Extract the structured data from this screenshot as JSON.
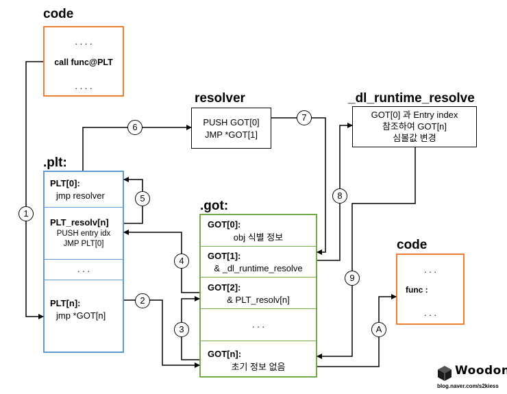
{
  "code_top": {
    "title": "code",
    "dots1": ". . . .",
    "call": "call func@PLT",
    "dots2": ". . . ."
  },
  "resolver": {
    "title": "resolver",
    "line1": "PUSH GOT[0]",
    "line2": "JMP *GOT[1]"
  },
  "dl_runtime_resolve": {
    "title": "_dl_runtime_resolve",
    "line1": "GOT[0] 과 Entry index",
    "line2": "참조하여 GOT[n]",
    "line3": "심볼값 변경"
  },
  "plt": {
    "title": ".plt:",
    "plt0_name": "PLT[0]:",
    "plt0_code": "jmp resolver",
    "resolv_name": "PLT_resolv[n]",
    "resolv_code1": "PUSH entry idx",
    "resolv_code2": "JMP PLT[0]",
    "dots": ". . .",
    "pltn_name": "PLT[n]:",
    "pltn_code": "jmp *GOT[n]"
  },
  "got": {
    "title": ".got:",
    "got0_name": "GOT[0]:",
    "got0_desc": "obj 식별 정보",
    "got1_name": "GOT[1]:",
    "got1_desc": "& _dl_runtime_resolve",
    "got2_name": "GOT[2]:",
    "got2_desc": "& PLT_resolv[n]",
    "dots": ". . .",
    "gotn_name": "GOT[n]:",
    "gotn_desc": "초기 정보 없음"
  },
  "code_bottom": {
    "title": "code",
    "dots1": ". . .",
    "func": "func :",
    "dots2": ". . ."
  },
  "steps": [
    "1",
    "2",
    "3",
    "4",
    "5",
    "6",
    "7",
    "8",
    "9",
    "A"
  ],
  "watermark": {
    "name": "Woodong",
    "url": "blog.naver.com/s2kiess"
  }
}
